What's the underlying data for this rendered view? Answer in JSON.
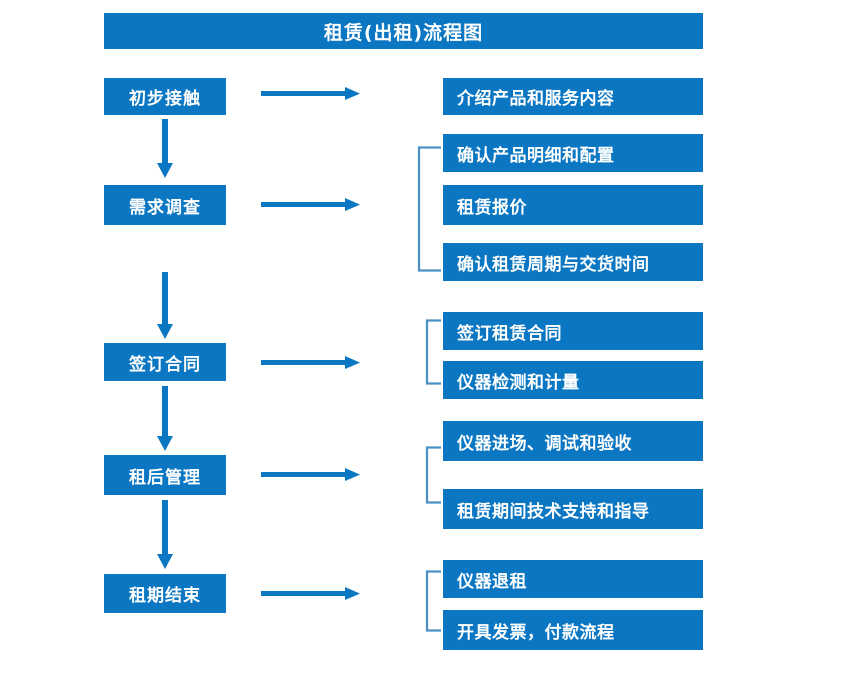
{
  "diagram": {
    "title": "租赁(出租)流程图",
    "colors": {
      "primary_blue": "#0B77C2",
      "bracket_blue": "#4A90C4",
      "arrow_blue": "#0B77C2",
      "text_white": "#FFFFFF",
      "background": "#FFFFFF"
    },
    "stages": [
      {
        "id": "stage-1",
        "label": "初步接触",
        "details": [
          "介绍产品和服务内容"
        ]
      },
      {
        "id": "stage-2",
        "label": "需求调查",
        "details": [
          "确认产品明细和配置",
          "租赁报价",
          "确认租赁周期与交货时间"
        ]
      },
      {
        "id": "stage-3",
        "label": "签订合同",
        "details": [
          "签订租赁合同",
          "仪器检测和计量"
        ]
      },
      {
        "id": "stage-4",
        "label": "租后管理",
        "details": [
          "仪器进场、调试和验收",
          "租赁期间技术支持和指导"
        ]
      },
      {
        "id": "stage-5",
        "label": "租期结束",
        "details": [
          "仪器退租",
          "开具发票，付款流程"
        ]
      }
    ],
    "details_flat": [
      "介绍产品和服务内容",
      "确认产品明细和配置",
      "租赁报价",
      "确认租赁周期与交货时间",
      "签订租赁合同",
      "仪器检测和计量",
      "仪器进场、调试和验收",
      "租赁期间技术支持和指导",
      "仪器退租",
      "开具发票，付款流程"
    ],
    "icons": {
      "right_arrow": "right-arrow-icon",
      "down_arrow": "down-arrow-icon",
      "bracket": "group-bracket-icon"
    }
  }
}
